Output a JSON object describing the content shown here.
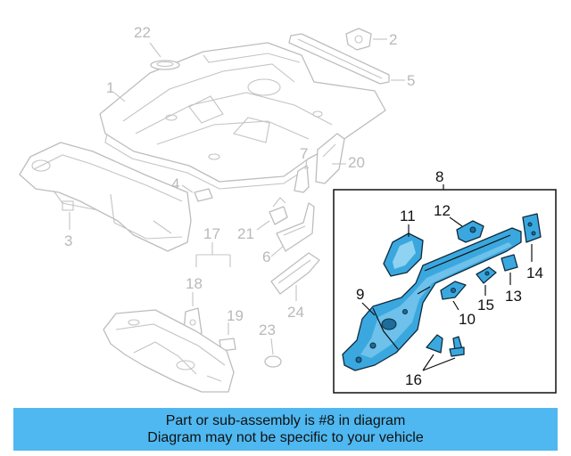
{
  "callouts": {
    "n1": "1",
    "n2": "2",
    "n3": "3",
    "n4": "4",
    "n5": "5",
    "n6": "6",
    "n7": "7",
    "n8": "8",
    "n9": "9",
    "n10": "10",
    "n11": "11",
    "n12": "12",
    "n13": "13",
    "n14": "14",
    "n15": "15",
    "n16": "16",
    "n17": "17",
    "n18": "18",
    "n19": "19",
    "n20": "20",
    "n21": "21",
    "n22": "22",
    "n23": "23",
    "n24": "24"
  },
  "banner": {
    "line1": "Part or sub-assembly is #8 in diagram",
    "line2": "Diagram may not be specific to your vehicle"
  },
  "colors": {
    "highlight_fill": "#3aa8df",
    "banner_bg": "#4fb8f0",
    "ghost_stroke": "#bdbdbd"
  }
}
